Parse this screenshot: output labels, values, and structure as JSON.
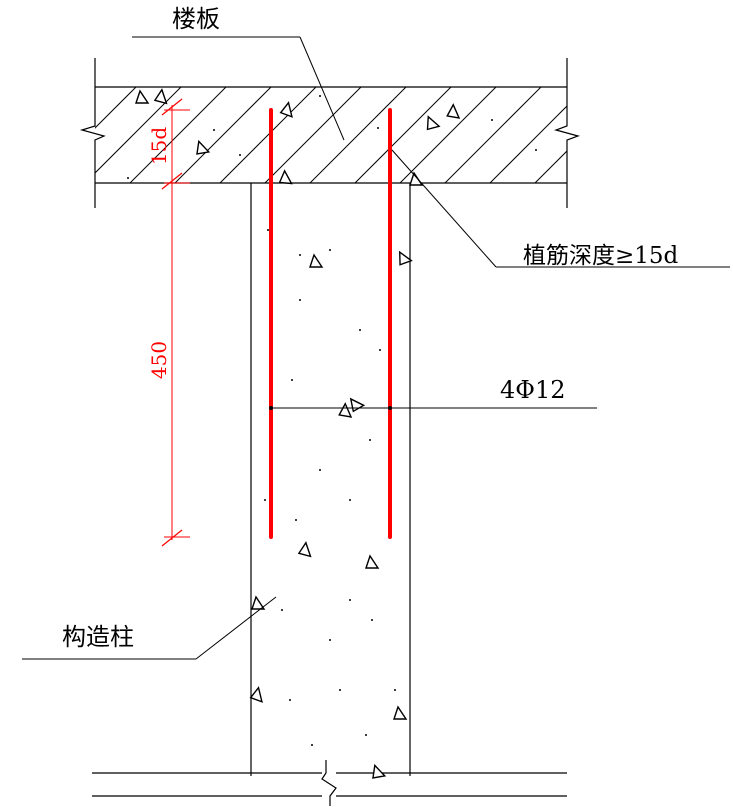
{
  "labels": {
    "slab": "楼板",
    "anchor_depth": "植筋深度≥15d",
    "rebar_spec": "4Φ12",
    "column": "构造柱",
    "dim_upper": "15d",
    "dim_lower": "450"
  },
  "colors": {
    "rebar": "#ff0000",
    "dimension": "#ff0000",
    "line": "#000000"
  }
}
